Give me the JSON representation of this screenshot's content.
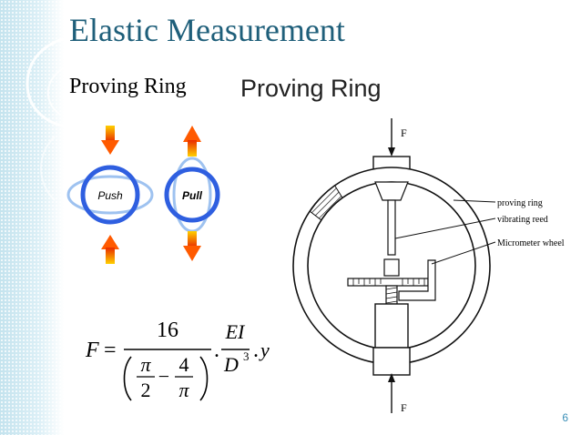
{
  "slide": {
    "title": "Elastic Measurement",
    "subtitle_left": "Proving Ring",
    "subtitle_right": "Proving Ring",
    "page_number": "6"
  },
  "illustration": {
    "push_label": "Push",
    "pull_label": "Pull",
    "ring_color": "#2f5fe0",
    "ellipse_color": "#9ec2f0",
    "arrow_color_top": "#ffd000",
    "arrow_color_bottom": "#e82a00"
  },
  "formula": {
    "lhs": "F",
    "equals": "=",
    "numerator": "16",
    "pi_1": "π",
    "denom_1": "2",
    "minus": "−",
    "numerator_2": "4",
    "pi_2": "π",
    "dot_1": ".",
    "ei": "EI",
    "d": "D",
    "exponent": "3",
    "dot_2": ".",
    "y": "y"
  },
  "diagram": {
    "force_top": "F",
    "force_bottom": "F",
    "labels": [
      "proving ring",
      "vibrating reed",
      "Micrometer wheel"
    ]
  },
  "colors": {
    "title": "#1f5f7a",
    "accent": "#3a8fb7",
    "band": "#cfeaf3"
  }
}
